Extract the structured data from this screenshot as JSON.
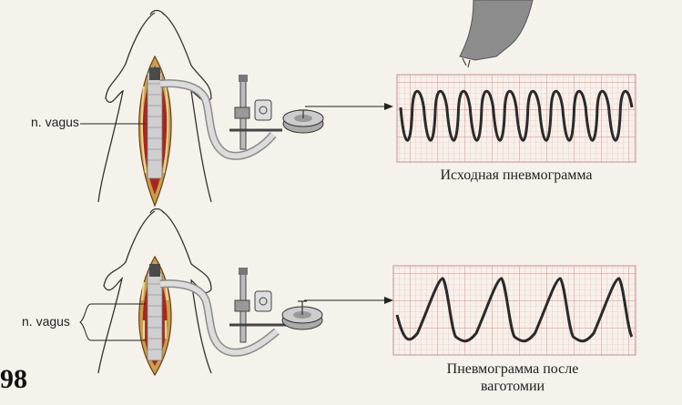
{
  "top_panel": {
    "nerve_label": "n. vagus",
    "caption": "Исходная пневмограмма"
  },
  "bottom_panel": {
    "nerve_label": "n. vagus",
    "caption_line1": "Пневмограмма после",
    "caption_line2": "ваготомии"
  },
  "page_number": "98",
  "colors": {
    "incision": "#a8261e",
    "trachea": "#c9c9c9",
    "tube": "#d6d6d6",
    "grid": "#d9a8a8",
    "trace": "#2a2a2a"
  },
  "pneumograms": [
    {
      "name": "baseline",
      "cycles": 10
    },
    {
      "name": "after_vagotomy",
      "cycles": 4
    }
  ]
}
